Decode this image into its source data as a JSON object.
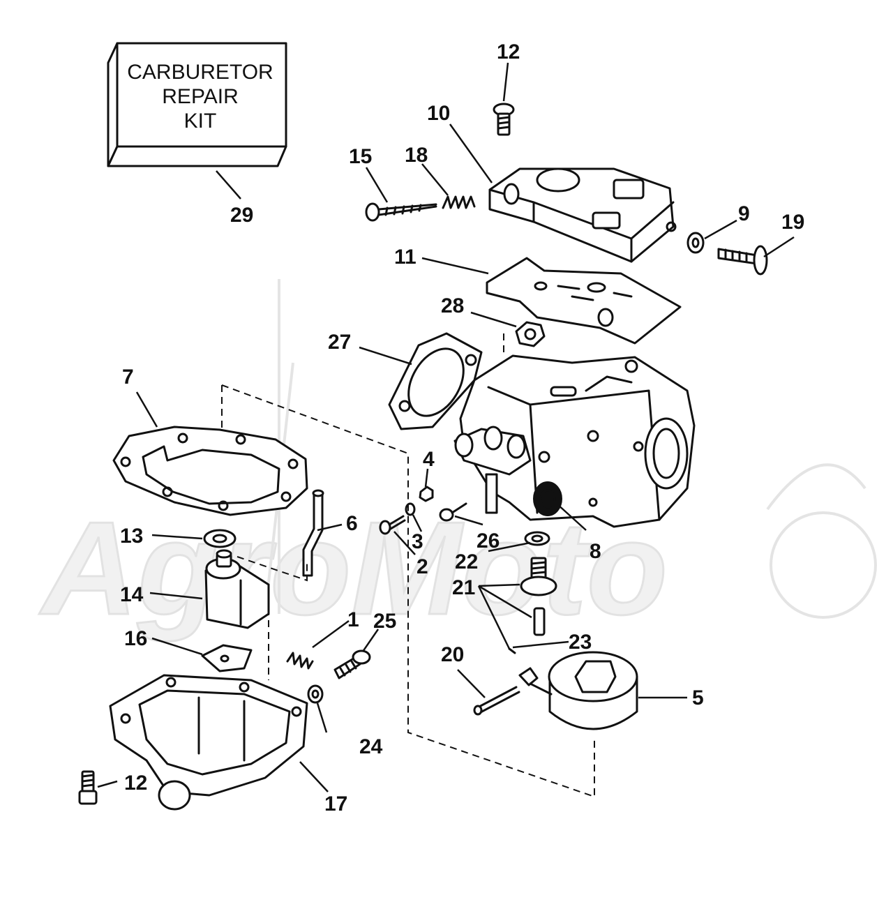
{
  "kit": {
    "lines": [
      "CARBURETOR",
      "REPAIR",
      "KIT"
    ]
  },
  "watermark": "AgroMoto",
  "callouts": {
    "c1": "1",
    "c2": "2",
    "c3": "3",
    "c4": "4",
    "c5": "5",
    "c6": "6",
    "c7": "7",
    "c8": "8",
    "c9": "9",
    "c10": "10",
    "c11": "11",
    "c12a": "12",
    "c12b": "12",
    "c13": "13",
    "c14": "14",
    "c15": "15",
    "c16": "16",
    "c17": "17",
    "c18": "18",
    "c19": "19",
    "c20": "20",
    "c21": "21",
    "c22": "22",
    "c23": "23",
    "c24": "24",
    "c25": "25",
    "c26": "26",
    "c27": "27",
    "c28": "28",
    "c29": "29"
  }
}
